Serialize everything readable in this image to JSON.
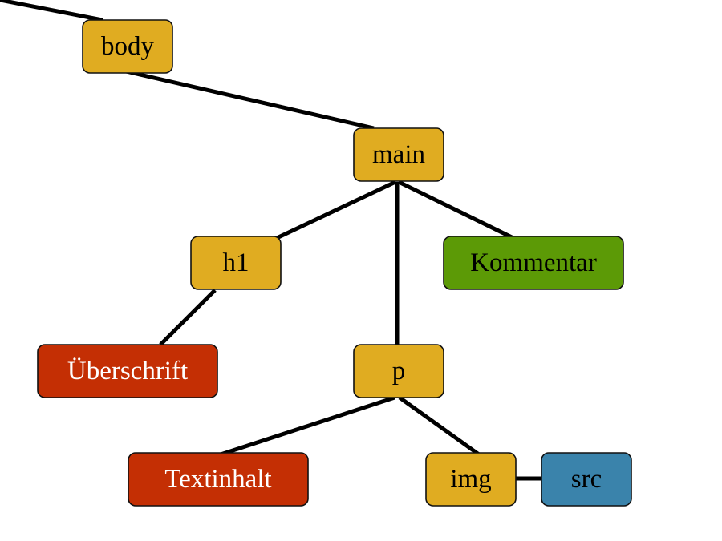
{
  "colors": {
    "element": "#e0ac21",
    "text": "#c42f04",
    "comment": "#5c9a06",
    "attribute": "#3a83ab",
    "label_dark": "#000000",
    "label_light": "#ffffff"
  },
  "nodes": [
    {
      "id": "body",
      "label": "body",
      "kind": "element"
    },
    {
      "id": "main",
      "label": "main",
      "kind": "element"
    },
    {
      "id": "h1",
      "label": "h1",
      "kind": "element"
    },
    {
      "id": "kommentar",
      "label": "Kommentar",
      "kind": "comment"
    },
    {
      "id": "ueberschrift",
      "label": "Überschrift",
      "kind": "text"
    },
    {
      "id": "p",
      "label": "p",
      "kind": "element"
    },
    {
      "id": "textinhalt",
      "label": "Textinhalt",
      "kind": "text"
    },
    {
      "id": "img",
      "label": "img",
      "kind": "element"
    },
    {
      "id": "src",
      "label": "src",
      "kind": "attribute"
    }
  ],
  "edges": [
    {
      "from": "body",
      "to": "main"
    },
    {
      "from": "main",
      "to": "h1"
    },
    {
      "from": "main",
      "to": "p"
    },
    {
      "from": "main",
      "to": "kommentar"
    },
    {
      "from": "h1",
      "to": "ueberschrift"
    },
    {
      "from": "p",
      "to": "textinhalt"
    },
    {
      "from": "p",
      "to": "img"
    },
    {
      "from": "img",
      "to": "src"
    }
  ]
}
